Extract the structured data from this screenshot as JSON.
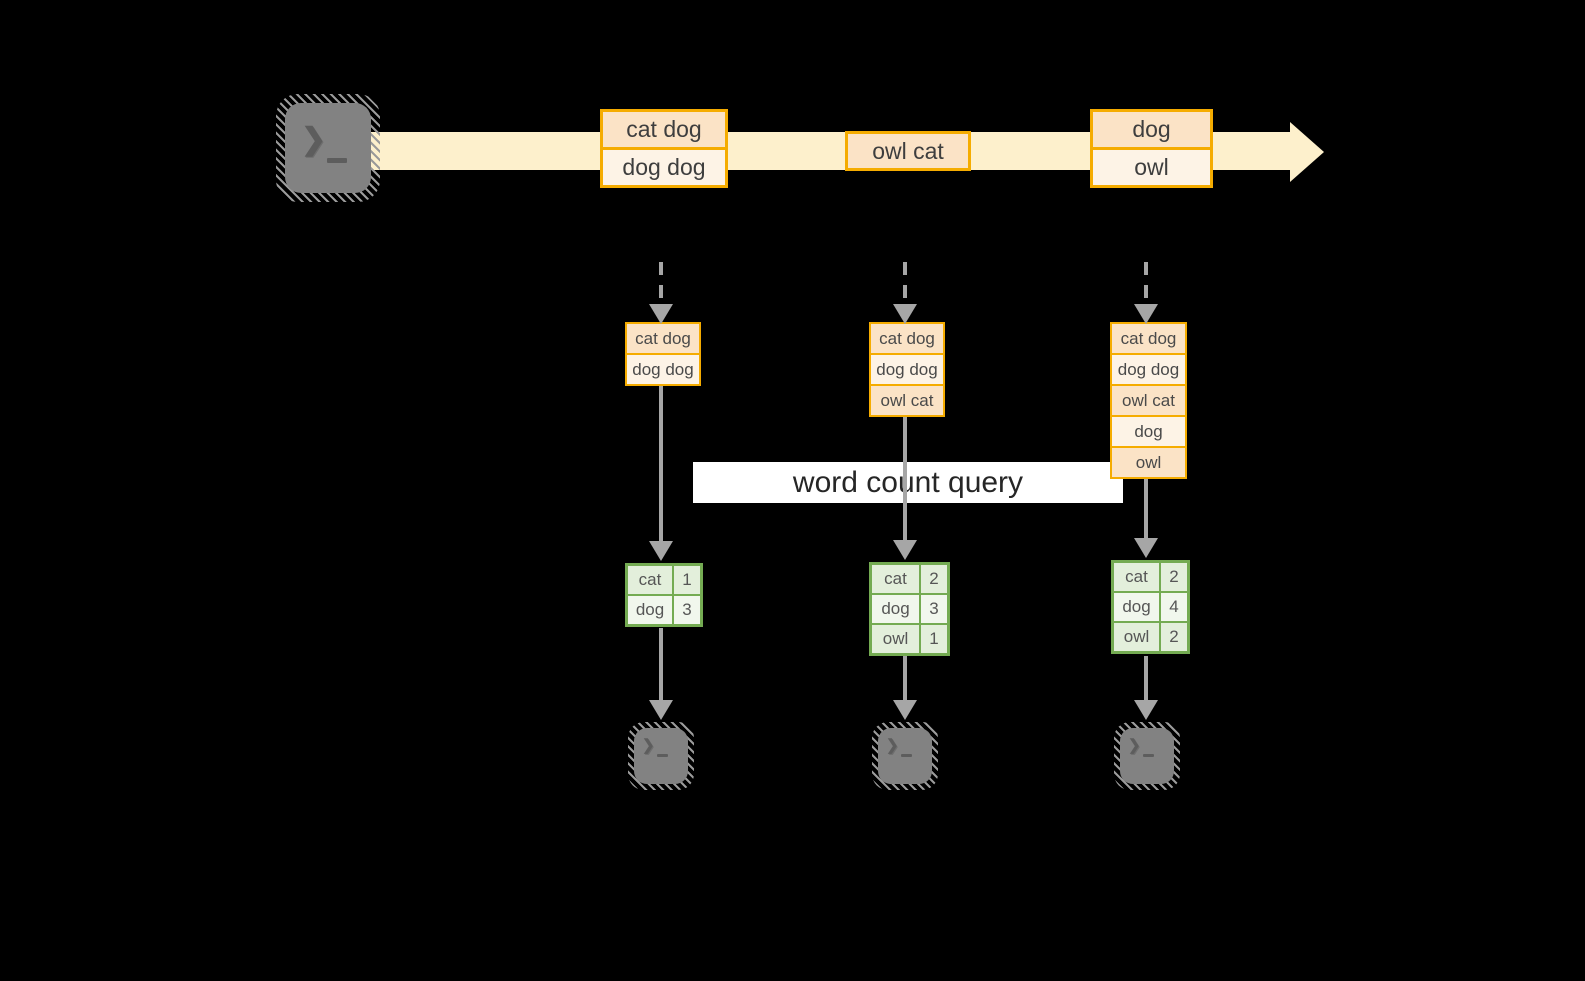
{
  "diagram": {
    "query_label": "word count query",
    "stream": {
      "description_icon": "terminal-icon",
      "messages": [
        {
          "lines": [
            "cat dog",
            "dog dog"
          ]
        },
        {
          "lines": [
            "owl cat"
          ]
        },
        {
          "lines": [
            "dog",
            "owl"
          ]
        }
      ]
    },
    "batches": [
      {
        "state": [
          "cat dog",
          "dog dog"
        ],
        "counts": [
          {
            "word": "cat",
            "count": "1"
          },
          {
            "word": "dog",
            "count": "3"
          }
        ]
      },
      {
        "state": [
          "cat dog",
          "dog dog",
          "owl cat"
        ],
        "counts": [
          {
            "word": "cat",
            "count": "2"
          },
          {
            "word": "dog",
            "count": "3"
          },
          {
            "word": "owl",
            "count": "1"
          }
        ]
      },
      {
        "state": [
          "cat dog",
          "dog dog",
          "owl cat",
          "dog",
          "owl"
        ],
        "counts": [
          {
            "word": "cat",
            "count": "2"
          },
          {
            "word": "dog",
            "count": "4"
          },
          {
            "word": "owl",
            "count": "2"
          }
        ]
      }
    ],
    "icons": {
      "terminal_glyph": "❯"
    },
    "colors": {
      "background": "#000000",
      "stream_band": "#fdf0cc",
      "orange_border": "#f5ac00",
      "orange_fill_dark": "#fbe3c6",
      "orange_fill_light": "#fdf3e6",
      "green_border": "#74ab52",
      "green_fill_dark": "#e3efdb",
      "green_fill_light": "#f1f7ed",
      "arrow_gray": "#a6a6a6",
      "terminal_gray": "#828282",
      "query_band": "#ffffff"
    }
  }
}
